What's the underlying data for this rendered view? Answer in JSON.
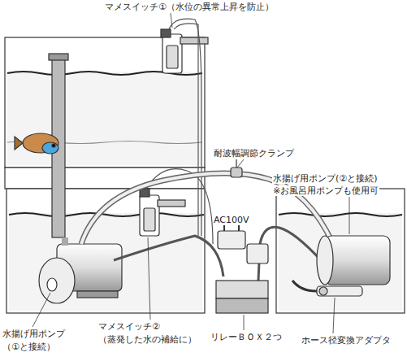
{
  "diagram": {
    "labels": [
      "マメスイッチ①（水位の異常上昇を防止）",
      "耐波幅調節クランプ",
      "水揚げ用ポンプ(②と接続)",
      "※お風呂用ポンプも使用可",
      "AC100V",
      "マメスイッチ②",
      "（蒸発した水の補給に）",
      "水揚げ用ポンプ",
      "（①と接続）",
      "リレーＢＯＸ２つ",
      "ホース径変換アダプタ"
    ]
  }
}
